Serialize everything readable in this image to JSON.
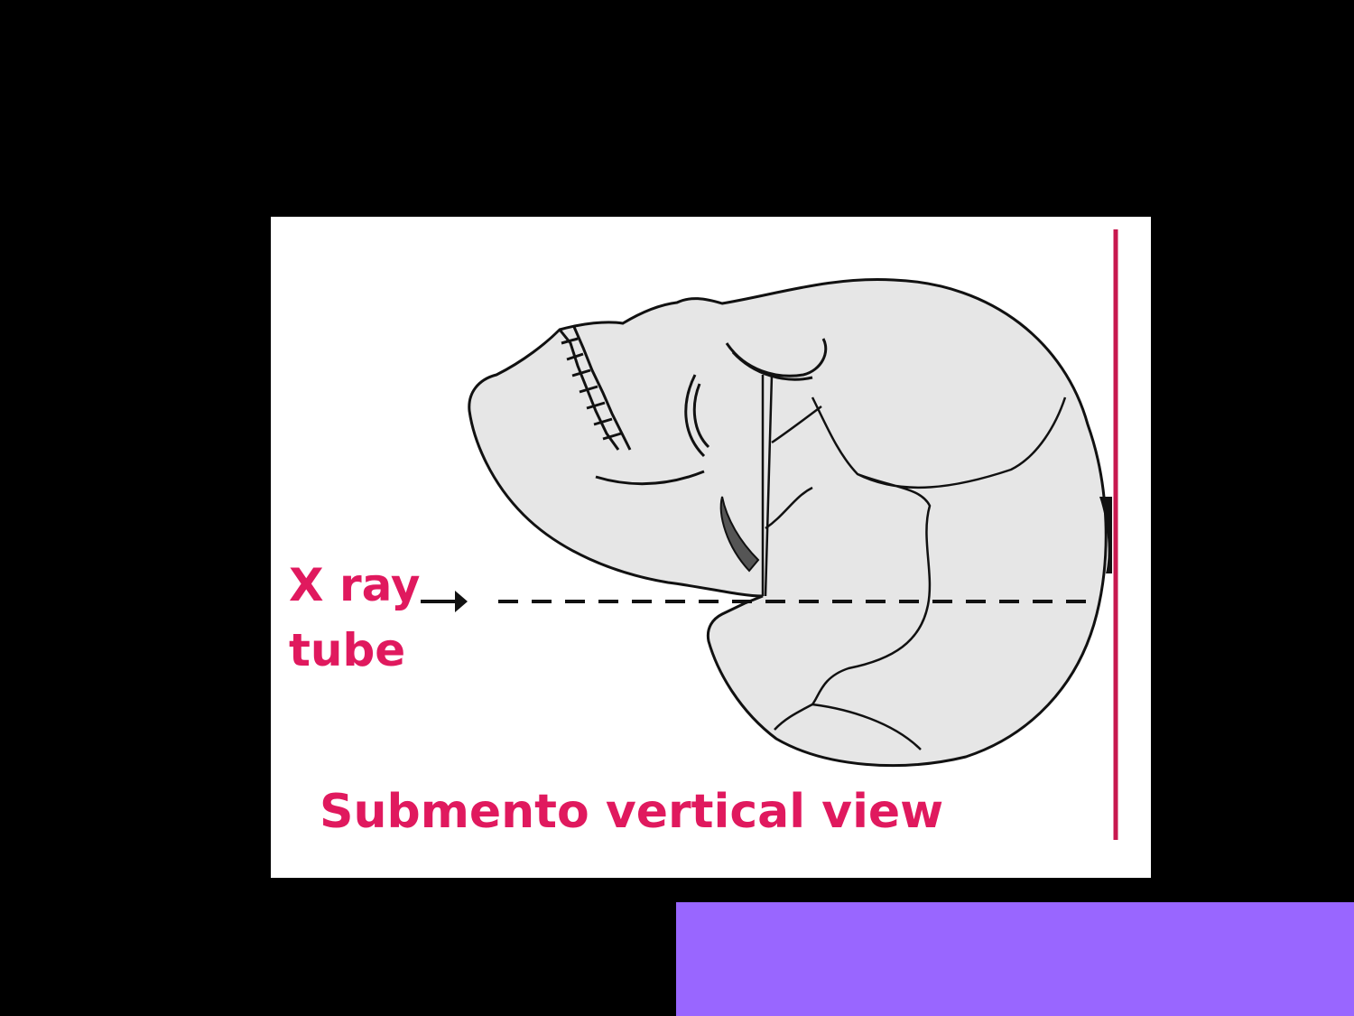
{
  "figure": {
    "xray_label": "X ray",
    "tube_label": "tube",
    "caption": "Submento vertical view"
  },
  "colors": {
    "background": "#000000",
    "panel": "#ffffff",
    "accent": "#e0195e",
    "skull_fill": "#e6e6e6",
    "purple_block": "#9966ff"
  },
  "icons": {
    "skull": "skull-drawing",
    "arrow": "right-arrow-icon",
    "beam": "dashed-line",
    "film": "detector-plate"
  }
}
